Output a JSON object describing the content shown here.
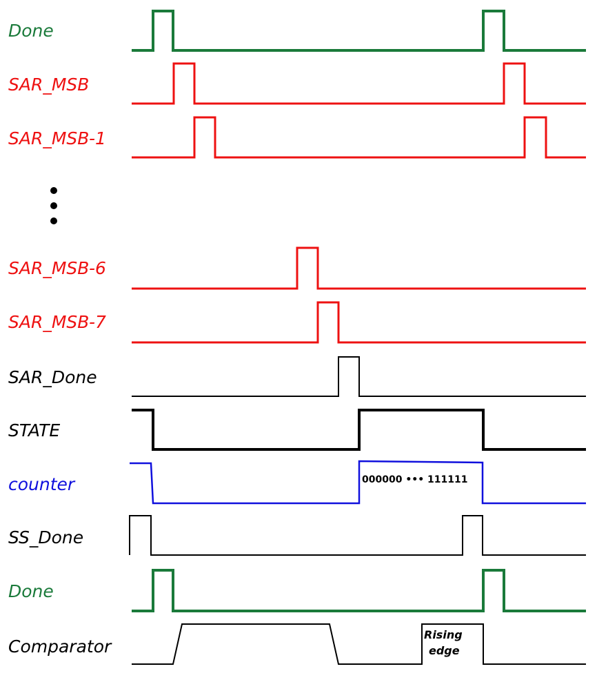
{
  "colors": {
    "done": "#1a7a3a",
    "sar": "#ee1111",
    "black": "#000000",
    "counter": "#1010dd"
  },
  "signals": {
    "done_top": "Done",
    "sar_msb": "SAR_MSB",
    "sar_msb_1": "SAR_MSB-1",
    "sar_msb_6": "SAR_MSB-6",
    "sar_msb_7": "SAR_MSB-7",
    "sar_done": "SAR_Done",
    "state": "STATE",
    "counter": "counter",
    "ss_done": "SS_Done",
    "done_bottom": "Done",
    "comparator": "Comparator"
  },
  "annotations": {
    "counter_range": "000000 ••• 111111",
    "rising_edge_line1": "Rising",
    "rising_edge_line2": "edge"
  }
}
